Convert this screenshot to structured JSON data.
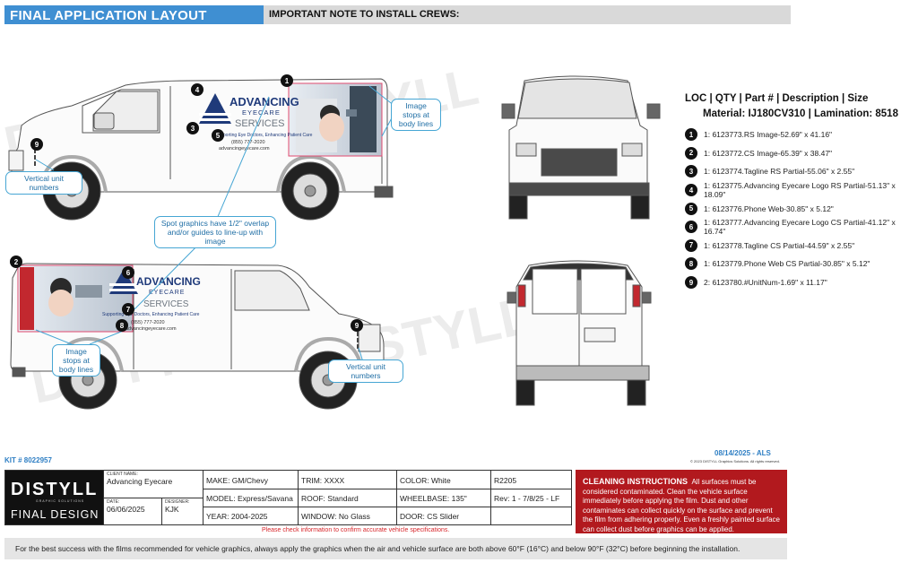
{
  "header": {
    "left_title": "FINAL APPLICATION LAYOUT",
    "right_title": "IMPORTANT NOTE TO INSTALL CREWS:"
  },
  "graphics": {
    "brand_name": "ADVANCING",
    "brand_sub": "EYECARE",
    "brand_services": "SERVICES",
    "tagline": "Supporting Eye Doctors, Enhancing Patient Care",
    "phone": "(855) 777-2020",
    "web": "advancingeyecare.com",
    "watermark": "DISTYLL",
    "watermark_sub": "GRAPHIC SOLUTIONS"
  },
  "callouts": {
    "image_stops_top": "Image stops at body lines",
    "vertical_unit_top": "Vertical unit numbers",
    "spot_graphics": "Spot graphics have 1/2\" overlap and/or guides to line-up with image",
    "image_stops_bottom": "Image stops at body lines",
    "vertical_unit_bottom": "Vertical unit numbers"
  },
  "spec": {
    "heading": "LOC | QTY | Part # | Description | Size",
    "material": "Material: IJ180CV310 | Lamination: 8518",
    "items": [
      {
        "num": "1",
        "text": "1: 6123773.RS Image-52.69\" x 41.16\""
      },
      {
        "num": "2",
        "text": "1: 6123772.CS Image-65.39\" x 38.47\""
      },
      {
        "num": "3",
        "text": "1: 6123774.Tagline RS Partial-55.06\" x 2.55\""
      },
      {
        "num": "4",
        "text": "1: 6123775.Advancing Eyecare Logo RS Partial-51.13\" x 18.09\""
      },
      {
        "num": "5",
        "text": "1: 6123776.Phone Web-30.85\" x 5.12\""
      },
      {
        "num": "6",
        "text": "1: 6123777.Advancing Eyecare Logo CS Partial-41.12\" x 16.74\""
      },
      {
        "num": "7",
        "text": "1: 6123778.Tagline CS Partial-44.59\" x 2.55\""
      },
      {
        "num": "8",
        "text": "1: 6123779.Phone Web CS Partial-30.85\" x 5.12\""
      },
      {
        "num": "9",
        "text": "2: 6123780.#UnitNum-1.69\" x 11.17\""
      }
    ]
  },
  "markers": {
    "m1": "1",
    "m2": "2",
    "m3": "3",
    "m4": "4",
    "m5": "5",
    "m6": "6",
    "m7": "7",
    "m8": "8",
    "m9a": "9",
    "m9b": "9"
  },
  "footer_meta": {
    "kit": "KIT # 8022957",
    "date_right": "08/14/2025 - ALS",
    "copyright": "© 2023 DISTYLL Graphics Solutions. All rights reserved."
  },
  "title_block": {
    "brand": "DISTYLL",
    "brand_sub": "GRAPHIC SOLUTIONS",
    "final_design": "FINAL DESIGN",
    "client_label": "CLIENT NAME:",
    "client": "Advancing Eyecare",
    "date_label": "DATE:",
    "date": "06/06/2025",
    "designer_label": "DESIGNER:",
    "designer": "KJK",
    "make": "MAKE: GM/Chevy",
    "model": "MODEL: Express/Savana",
    "year": "YEAR:  2004-2025",
    "trim": "TRIM: XXXX",
    "roof": "ROOF: Standard",
    "window": "WINDOW: No Glass",
    "color": "COLOR:  White",
    "wheelbase": "WHEELBASE: 135\"",
    "door": "DOOR: CS Slider",
    "code": "R2205",
    "rev": "Rev: 1 - 7/8/25 - LF"
  },
  "cleaning": {
    "title": "CLEANING INSTRUCTIONS",
    "body": "All surfaces must be considered contaminated. Clean the vehicle surface immediately before applying the film. Dust and other contaminates can collect quickly on the surface and prevent the film from adhering properly. Even a freshly painted surface can collect dust before graphics can be applied."
  },
  "notes": {
    "confirm": "Please check information to confirm accurate vehicle specifications.",
    "bottom": "For the best success with the films recommended for vehicle graphics, always apply the graphics when the air and vehicle surface are both above 60°F (16°C) and below 90°F (32°C) before beginning the installation."
  },
  "colors": {
    "header_blue": "#3f8fd2",
    "brand_navy": "#1f3a7a",
    "callout_blue": "#46a6d4",
    "cleaning_red": "#b2191e"
  }
}
